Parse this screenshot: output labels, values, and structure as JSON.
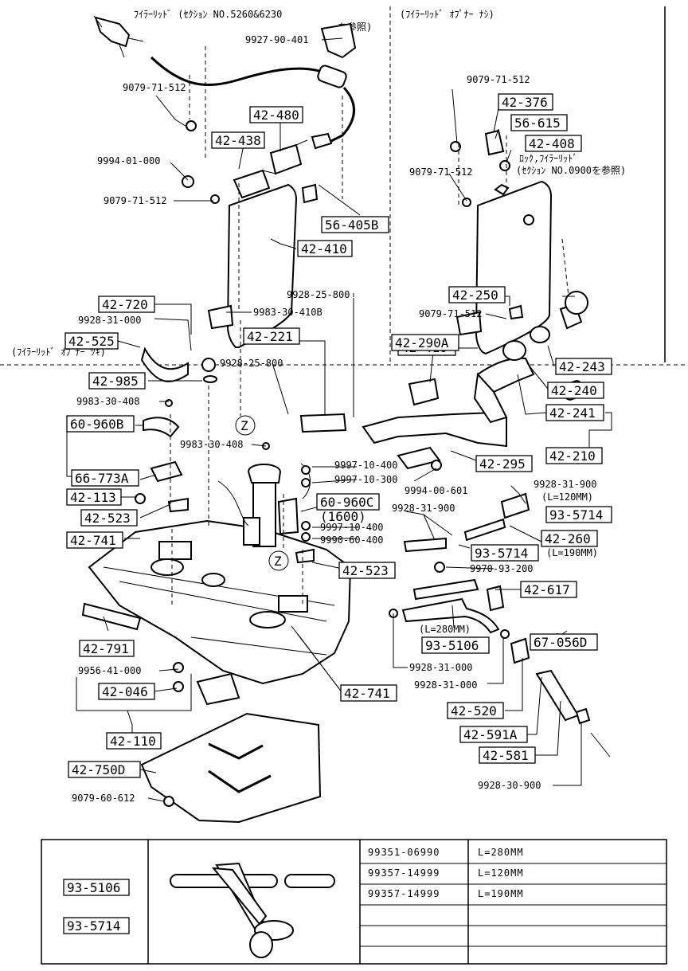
{
  "sections": {
    "top_left_title": "ﾌｲﾗｰﾘｯﾄﾞ (ｾｸｼｮﾝ NO.5260&6230",
    "top_left_title_2": "を参照)",
    "top_right_title": "(ﾌｲﾗｰﾘｯﾄﾞ ｵﾌﾟﾅｰ ﾅｼ)",
    "bottom_left_caption": "(ﾌｲﾗｰﾘｯﾄﾞ ｵﾌﾟﾅｰ ﾂｷ)",
    "lock_note_1": "ﾛｯｸ,ﾌｲﾗｰﾘｯﾄﾞ",
    "lock_note_2": "(ｾｸｼｮﾝ NO.0900を参照)"
  },
  "boxed_labels": {
    "p42_480": "42-480",
    "p42_438": "42-438",
    "p56_405b": "56-405B",
    "p42_410_a": "42-410",
    "p42_376": "42-376",
    "p56_615": "56-615",
    "p42_408": "42-408",
    "p42_410_b": "42-410",
    "p42_720": "42-720",
    "p42_525": "42-525",
    "p42_985": "42-985",
    "p60_960b": "60-960B",
    "p66_773a": "66-773A",
    "p42_113": "42-113",
    "p42_523_a": "42-523",
    "p42_741_a": "42-741",
    "p42_791": "42-791",
    "p42_046": "42-046",
    "p42_110": "42-110",
    "p42_750d": "42-750D",
    "p42_221": "42-221",
    "p42_290a": "42-290A",
    "p42_250": "42-250",
    "p42_243": "42-243",
    "p42_240": "42-240",
    "p42_241": "42-241",
    "p42_210": "42-210",
    "p42_295": "42-295",
    "p60_960c": "60-960C",
    "p93_5714_a": "93-5714",
    "p42_260": "42-260",
    "p93_5714_b": "93-5714",
    "p42_523_b": "42-523",
    "p42_617": "42-617",
    "p67_056d": "67-056D",
    "p93_5106": "93-5106",
    "p42_741_b": "42-741",
    "p42_520": "42-520",
    "p42_591a": "42-591A",
    "p42_581": "42-581"
  },
  "plain_labels": {
    "c9927_90_401": "9927-90-401",
    "c9079_71_512_a": "9079-71-512",
    "c9994_01_000": "9994-01-000",
    "c9079_71_512_b": "9079-71-512",
    "c9079_71_512_c": "9079-71-512",
    "c9079_71_512_d": "9079-71-512",
    "c9928_25_800_a": "9928-25-800",
    "c9983_30_410b": "9983-30-410B",
    "c9079_71_512_e": "9079-71-512",
    "c9928_31_000_a": "9928-31-000",
    "c9928_25_800_b": "9928-25-800",
    "c9983_30_408_a": "9983-30-408",
    "c9983_30_408_b": "9983-30-408",
    "c9997_10_400_a": "9997-10-400",
    "c9997_10_300": "9997-10-300",
    "c9994_00_601": "9994-00-601",
    "c9928_31_900_a": "9928-31-900",
    "c9928_31_900_b": "9928-31-900",
    "c9997_10_400_b": "9997-10-400",
    "c9990_60_400": "9990-60-400",
    "c9970_93_200": "9970-93-200",
    "c9956_41_000": "9956-41-000",
    "c9928_31_000_b": "9928-31-000",
    "c9928_31_000_c": "9928-31-000",
    "c9928_30_900": "9928-30-900",
    "c9079_60_612": "9079-60-612",
    "n1600": "(1600)",
    "len120": "(L=120MM)",
    "len190": "(L=190MM)",
    "len280": "(L=280MM)",
    "z1": "Z",
    "z2": "Z"
  },
  "table": {
    "rows": [
      {
        "part_no": "99351-06990",
        "length": "L=280MM"
      },
      {
        "part_no": "99357-14999",
        "length": "L=120MM"
      },
      {
        "part_no": "99357-14999",
        "length": "L=190MM"
      }
    ],
    "labels": [
      "93-5106",
      "93-5714"
    ]
  }
}
